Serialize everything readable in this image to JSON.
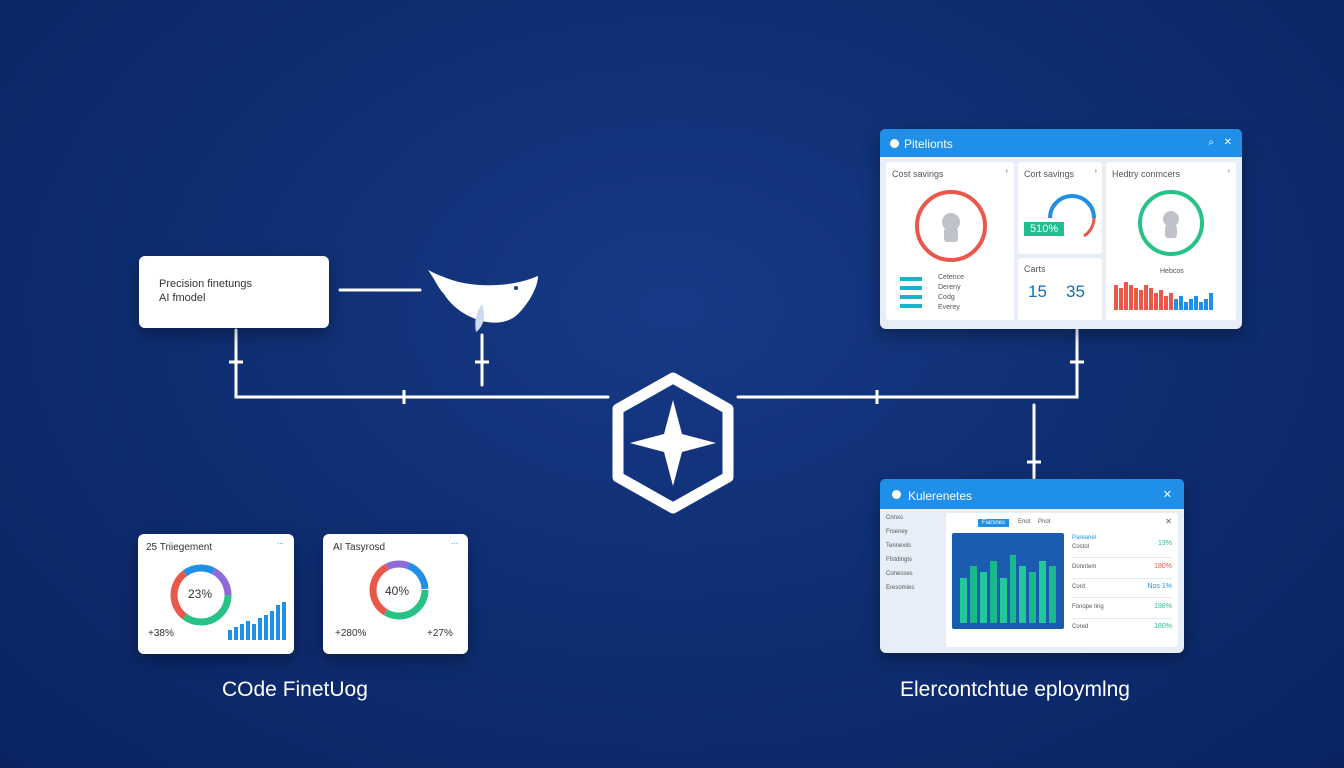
{
  "model_card": {
    "line1": "Precision finetungs",
    "line2": "AI fmodel"
  },
  "dashboard_top": {
    "title": "Pitelionts",
    "panels": [
      {
        "label": "Cost savings",
        "ring_color": "#e9584a"
      },
      {
        "label": "Cort savings",
        "badge": "510%"
      },
      {
        "label": "Hedtry conmcers",
        "ring_color": "#27c285"
      }
    ],
    "legend_lines": [
      "Cetence",
      "Dereny",
      "Codg",
      "Everey"
    ],
    "bottom_panel": {
      "label": "Carts",
      "value_a": "15",
      "value_b": "35"
    },
    "footer_label": "Hebcos"
  },
  "dashboard_bottom": {
    "title": "Kulerenetes",
    "tabs": [
      "Fiarsnes",
      "Enot",
      "Pnot"
    ],
    "list": [
      {
        "label": "Pareanel",
        "sub": "Costol",
        "value": "13%"
      },
      {
        "label": "Donntem",
        "value": "180%"
      },
      {
        "label": "Cord",
        "value": "Nos 1%"
      },
      {
        "label": "Fonope ting",
        "value": "198%"
      },
      {
        "label": "Cored",
        "value": "180%"
      }
    ],
    "sidebar": [
      "Cnnxs",
      "Frseney",
      "Tennexils",
      "Ffstdingts",
      "Conesses",
      "Eresomies"
    ]
  },
  "card_left": {
    "title": "25 Triiegement",
    "ring_value": "23%",
    "stat": "+38%"
  },
  "card_right": {
    "title": "AI Tasyrosd",
    "ring_value": "40%",
    "stat_a": "+280%",
    "stat_b": "+27%"
  },
  "captions": {
    "left": "COde FinetUog",
    "right": "Elercontchtue eploymlng"
  },
  "colors": {
    "background": "#0d2a6b",
    "accent": "#1f8fe8",
    "teal": "#27c285",
    "red": "#e9584a"
  },
  "chart_data": [
    {
      "type": "bar",
      "values": [
        3,
        4,
        5,
        6,
        5,
        7,
        8,
        9,
        11,
        12
      ]
    },
    {
      "type": "bar",
      "values": [
        8,
        10,
        9,
        11,
        8,
        12,
        10,
        9,
        11,
        10
      ]
    }
  ]
}
